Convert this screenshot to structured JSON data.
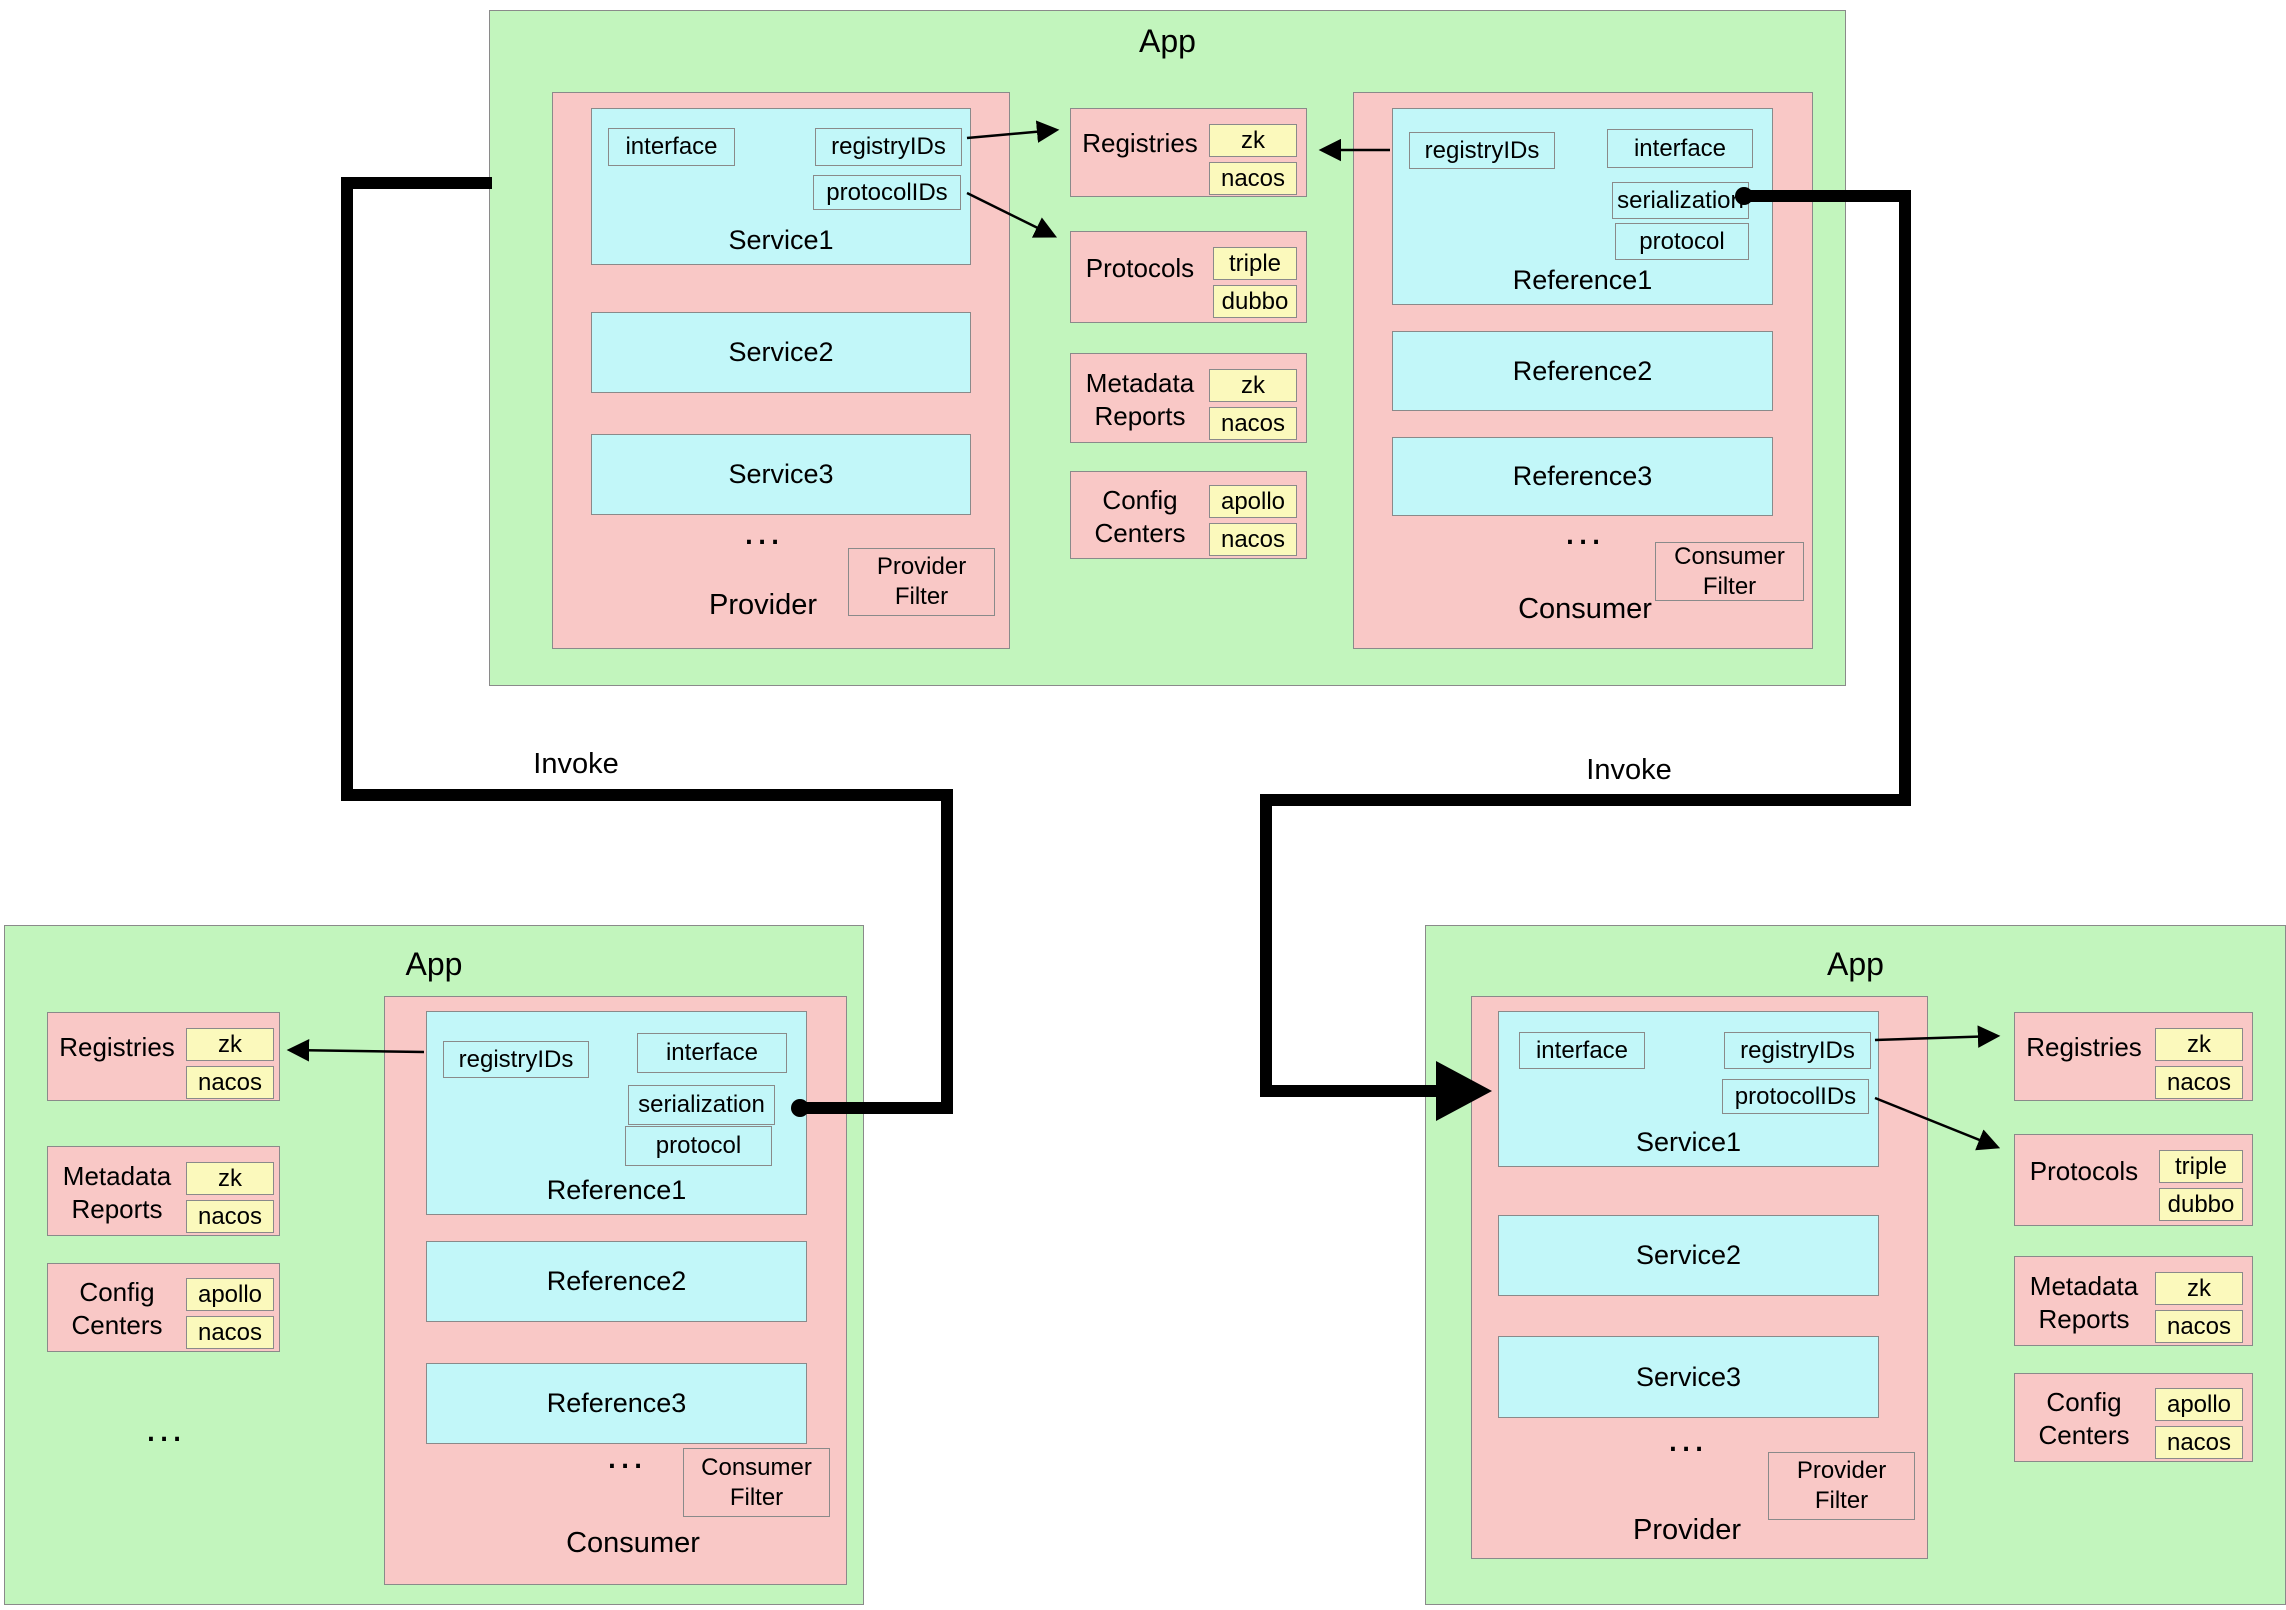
{
  "colors": {
    "app_bg": "#c2f5bd",
    "container_bg": "#f9c8c6",
    "item_bg": "#c2f7f9",
    "chip_bg": "#fbf9bc",
    "border": "#8a8a8a",
    "line": "#000000"
  },
  "labels": {
    "invoke_left": "Invoke",
    "invoke_right": "Invoke"
  },
  "top_app": {
    "title": "App",
    "provider": {
      "title": "Provider",
      "filter": [
        "Provider",
        "Filter"
      ],
      "ellipsis": "...",
      "services": [
        "Service1",
        "Service2",
        "Service3"
      ],
      "chips": {
        "interface": "interface",
        "registryIDs": "registryIDs",
        "protocolIDs": "protocolIDs"
      }
    },
    "consumer": {
      "title": "Consumer",
      "filter": [
        "Consumer",
        "Filter"
      ],
      "ellipsis": "...",
      "references": [
        "Reference1",
        "Reference2",
        "Reference3"
      ],
      "chips": {
        "registryIDs": "registryIDs",
        "interface": "interface",
        "serialization": "serialization",
        "protocol": "protocol"
      }
    },
    "registries": {
      "title": "Registries",
      "options": [
        "zk",
        "nacos"
      ]
    },
    "protocols": {
      "title": "Protocols",
      "options": [
        "triple",
        "dubbo"
      ]
    },
    "metadata_reports": {
      "title": [
        "Metadata",
        "Reports"
      ],
      "options": [
        "zk",
        "nacos"
      ]
    },
    "config_centers": {
      "title": [
        "Config",
        "Centers"
      ],
      "options": [
        "apollo",
        "nacos"
      ]
    }
  },
  "left_app": {
    "title": "App",
    "ellipsis": "...",
    "registries": {
      "title": "Registries",
      "options": [
        "zk",
        "nacos"
      ]
    },
    "metadata_reports": {
      "title": [
        "Metadata",
        "Reports"
      ],
      "options": [
        "zk",
        "nacos"
      ]
    },
    "config_centers": {
      "title": [
        "Config",
        "Centers"
      ],
      "options": [
        "apollo",
        "nacos"
      ]
    },
    "consumer": {
      "title": "Consumer",
      "filter": [
        "Consumer",
        "Filter"
      ],
      "ellipsis": "...",
      "references": [
        "Reference1",
        "Reference2",
        "Reference3"
      ],
      "chips": {
        "registryIDs": "registryIDs",
        "interface": "interface",
        "serialization": "serialization",
        "protocol": "protocol"
      }
    }
  },
  "right_app": {
    "title": "App",
    "provider": {
      "title": "Provider",
      "filter": [
        "Provider",
        "Filter"
      ],
      "ellipsis": "...",
      "services": [
        "Service1",
        "Service2",
        "Service3"
      ],
      "chips": {
        "interface": "interface",
        "registryIDs": "registryIDs",
        "protocolIDs": "protocolIDs"
      }
    },
    "registries": {
      "title": "Registries",
      "options": [
        "zk",
        "nacos"
      ]
    },
    "protocols": {
      "title": "Protocols",
      "options": [
        "triple",
        "dubbo"
      ]
    },
    "metadata_reports": {
      "title": [
        "Metadata",
        "Reports"
      ],
      "options": [
        "zk",
        "nacos"
      ]
    },
    "config_centers": {
      "title": [
        "Config",
        "Centers"
      ],
      "options": [
        "apollo",
        "nacos"
      ]
    }
  }
}
